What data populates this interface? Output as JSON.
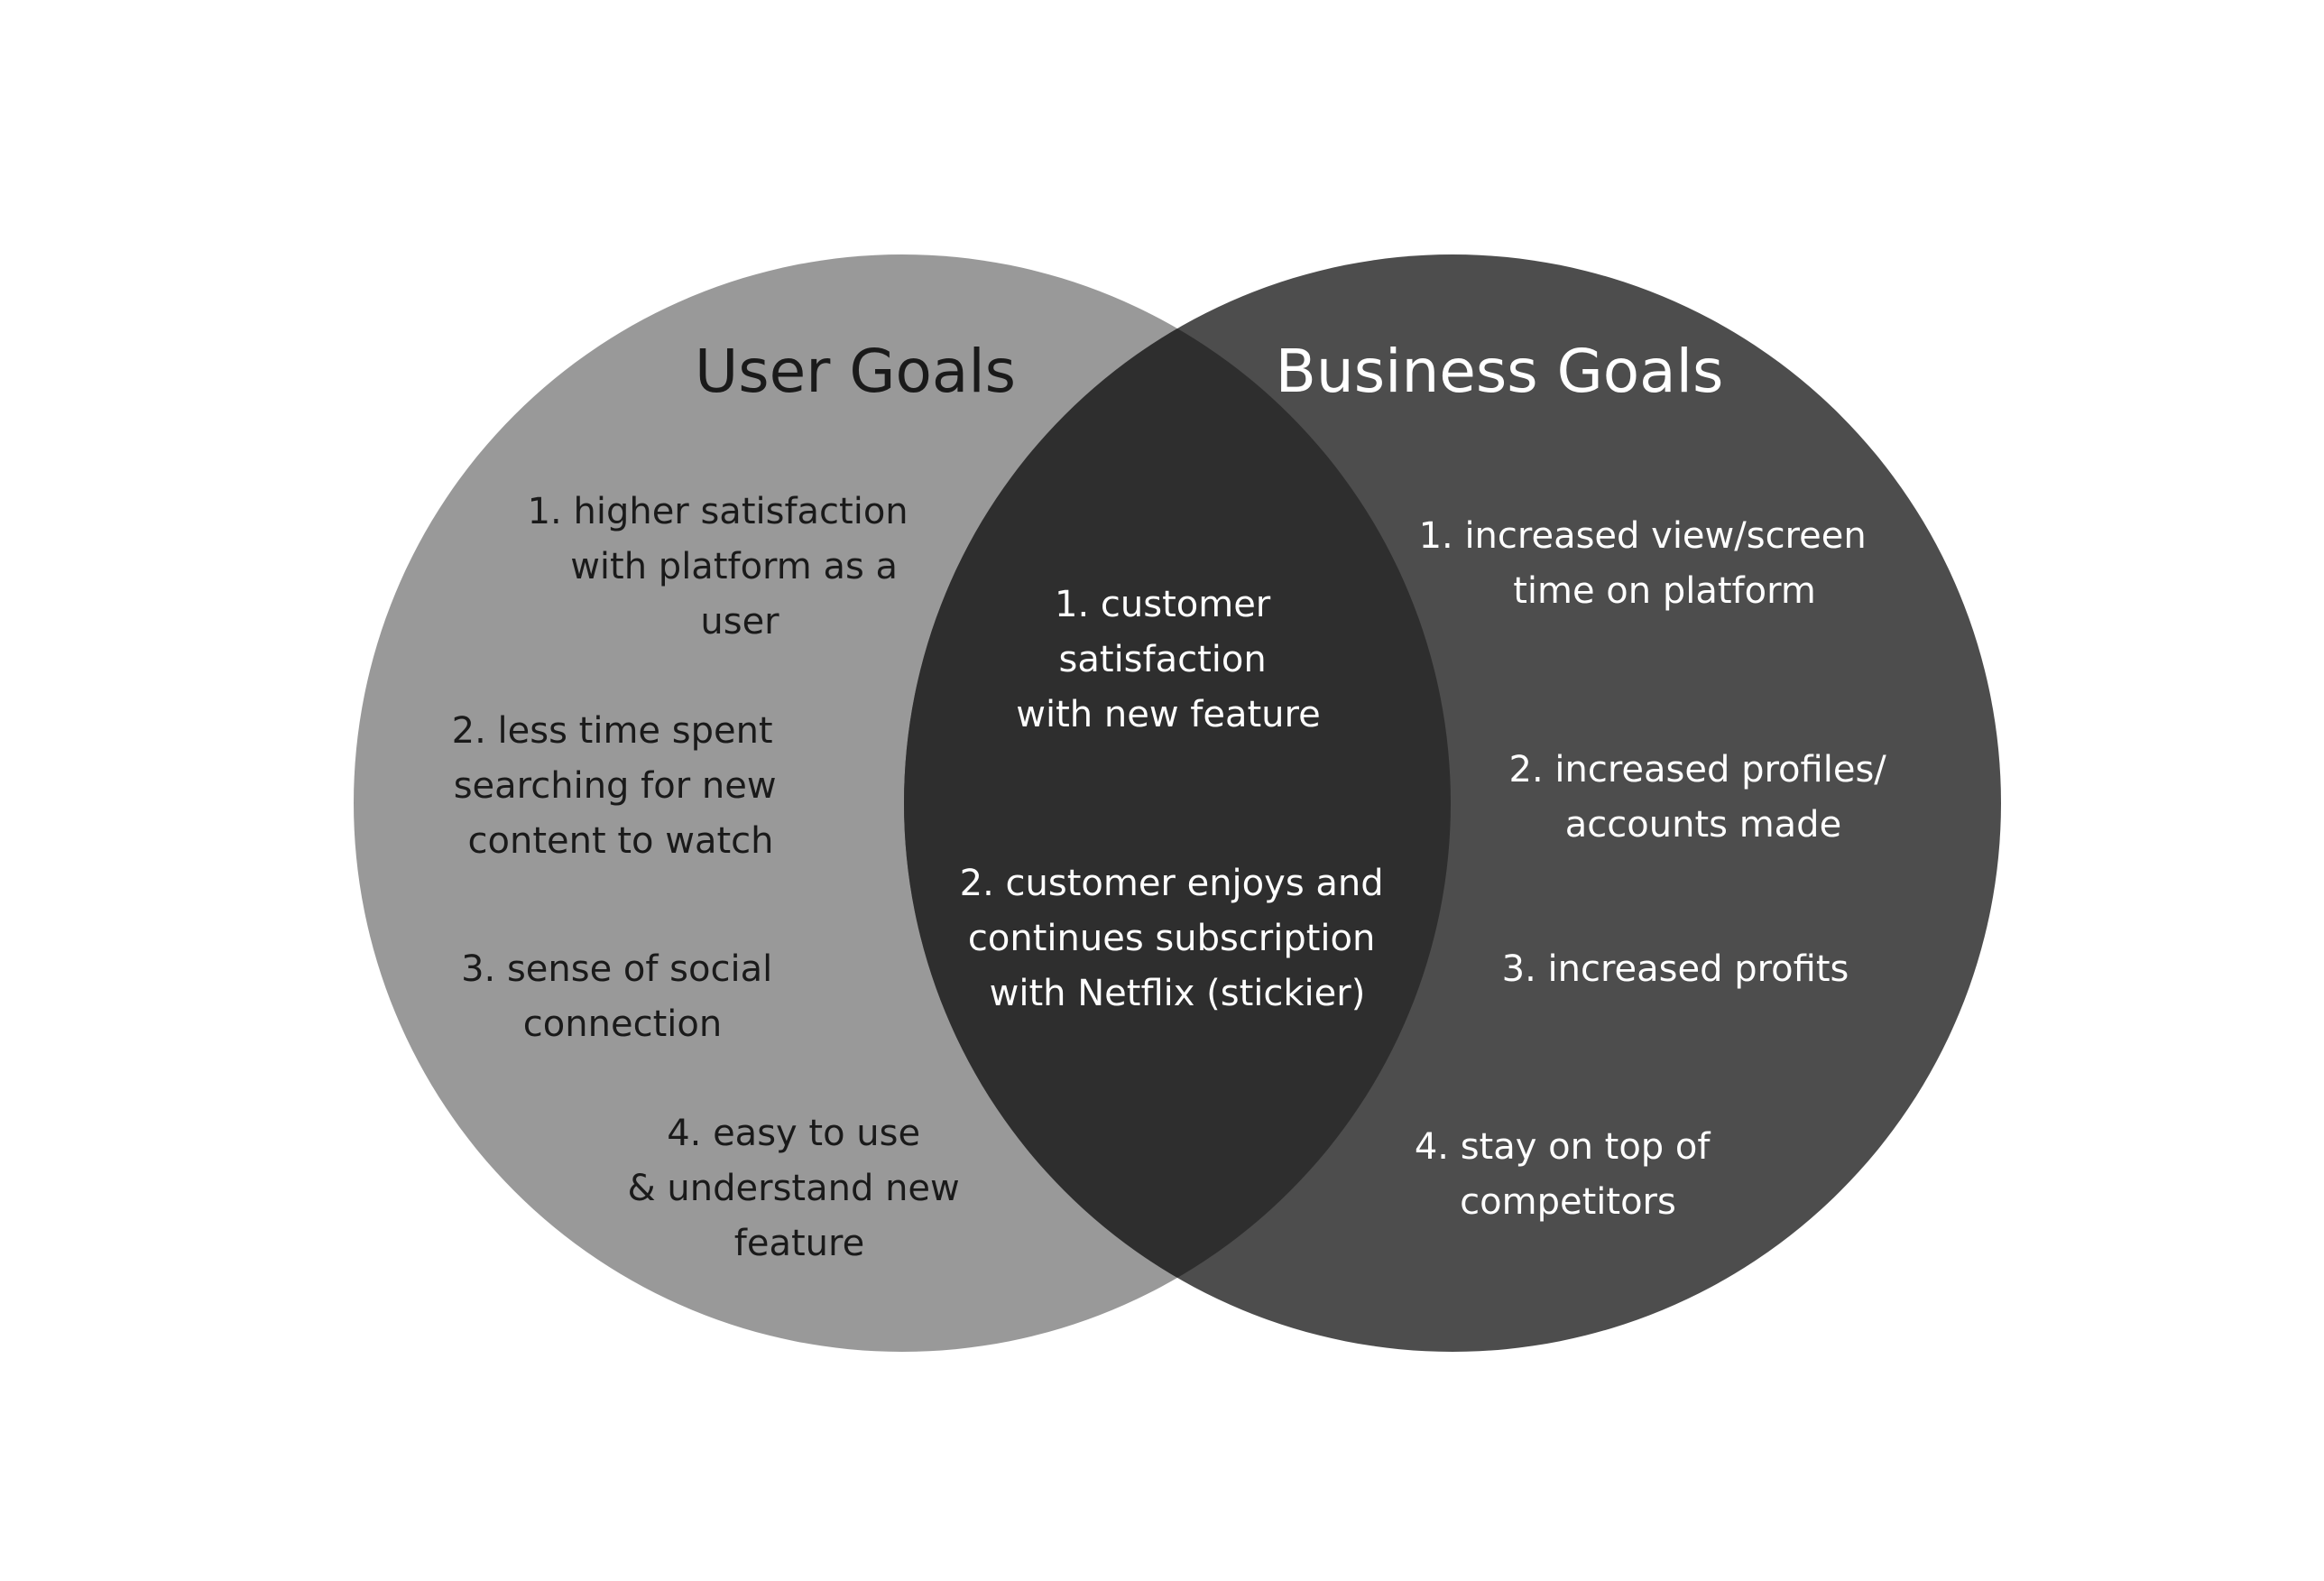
{
  "colors": {
    "background": "#ffffff",
    "user_circle": "#999999",
    "business_circle": "#4d4d4d",
    "overlap": "#2e2e2e",
    "user_text": "#1a1a1a",
    "business_text": "#ffffff",
    "overlap_text": "#ffffff"
  },
  "user_goals": {
    "title": "User Goals",
    "items": [
      {
        "lines": [
          "1. higher satisfaction",
          "with platform as a",
          "user"
        ]
      },
      {
        "lines": [
          "2. less time spent",
          "searching for new",
          "content to watch"
        ]
      },
      {
        "lines": [
          "3. sense of social",
          "connection"
        ]
      },
      {
        "lines": [
          "4. easy to use",
          "& understand new",
          "feature"
        ]
      }
    ]
  },
  "business_goals": {
    "title": "Business Goals",
    "items": [
      {
        "lines": [
          "1. increased view/screen",
          "time on platform"
        ]
      },
      {
        "lines": [
          "2. increased profiles/",
          "accounts made"
        ]
      },
      {
        "lines": [
          "3. increased profits"
        ]
      },
      {
        "lines": [
          "4. stay on top of",
          "competitors"
        ]
      }
    ]
  },
  "shared_goals": {
    "items": [
      {
        "lines": [
          "1. customer",
          "satisfaction",
          "with new feature"
        ]
      },
      {
        "lines": [
          "2. customer enjoys and",
          "continues subscription",
          "with Netflix (stickier)"
        ]
      }
    ]
  }
}
